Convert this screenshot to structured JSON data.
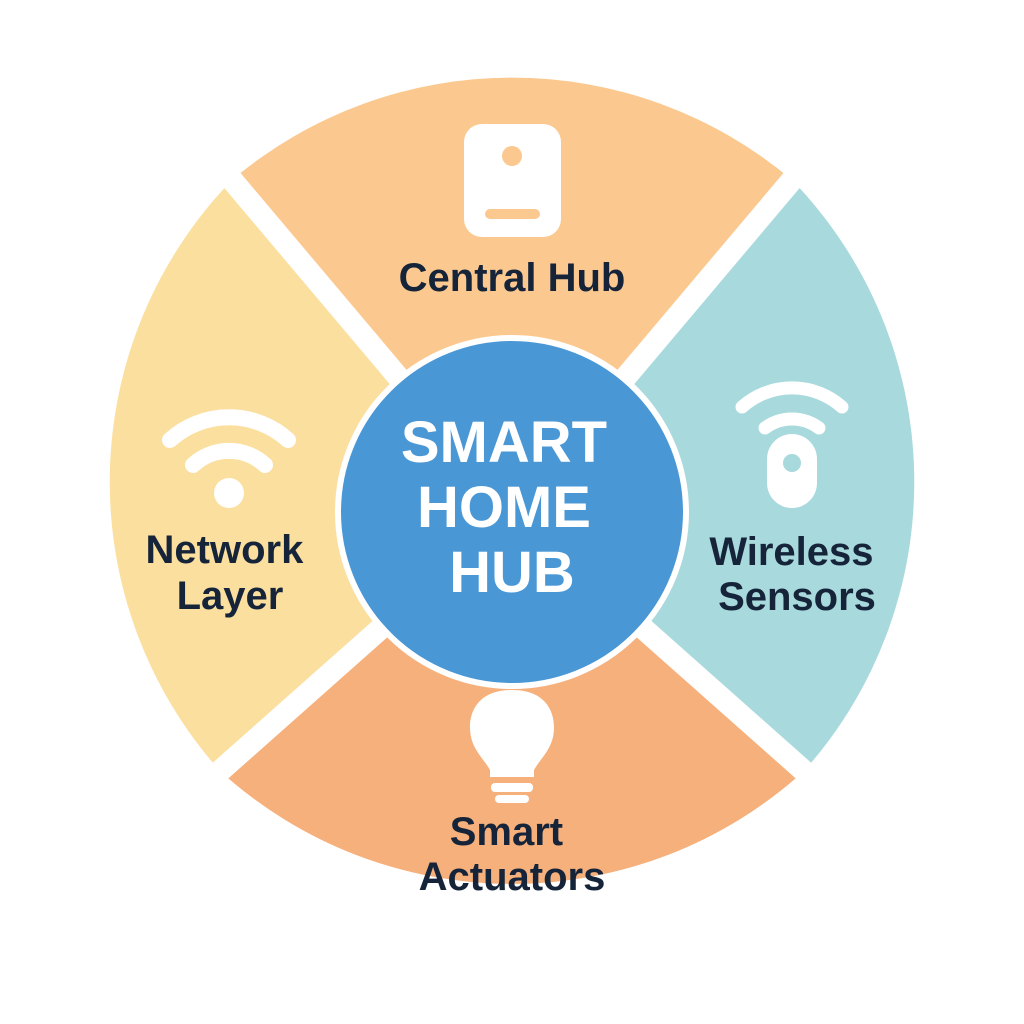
{
  "center": {
    "lines": [
      "SMART",
      "HOME",
      "HUB"
    ],
    "color": "#4a97d6"
  },
  "segments": [
    {
      "id": "central-hub",
      "lines": [
        "Central Hub"
      ],
      "icon": "hub-device-icon",
      "color": "#fbc990"
    },
    {
      "id": "wireless-sensors",
      "lines": [
        "Wireless",
        "Sensors"
      ],
      "icon": "wireless-sensor-icon",
      "color": "#a8d9dd"
    },
    {
      "id": "smart-actuators",
      "lines": [
        "Smart",
        "Actuators"
      ],
      "icon": "light-bulb-icon",
      "color": "#f6b07c"
    },
    {
      "id": "network-layer",
      "lines": [
        "Network",
        "Layer"
      ],
      "icon": "wifi-icon",
      "color": "#fbdf9f"
    }
  ],
  "colors": {
    "text": "#16243a",
    "icon": "#ffffff",
    "gap": "#ffffff"
  }
}
